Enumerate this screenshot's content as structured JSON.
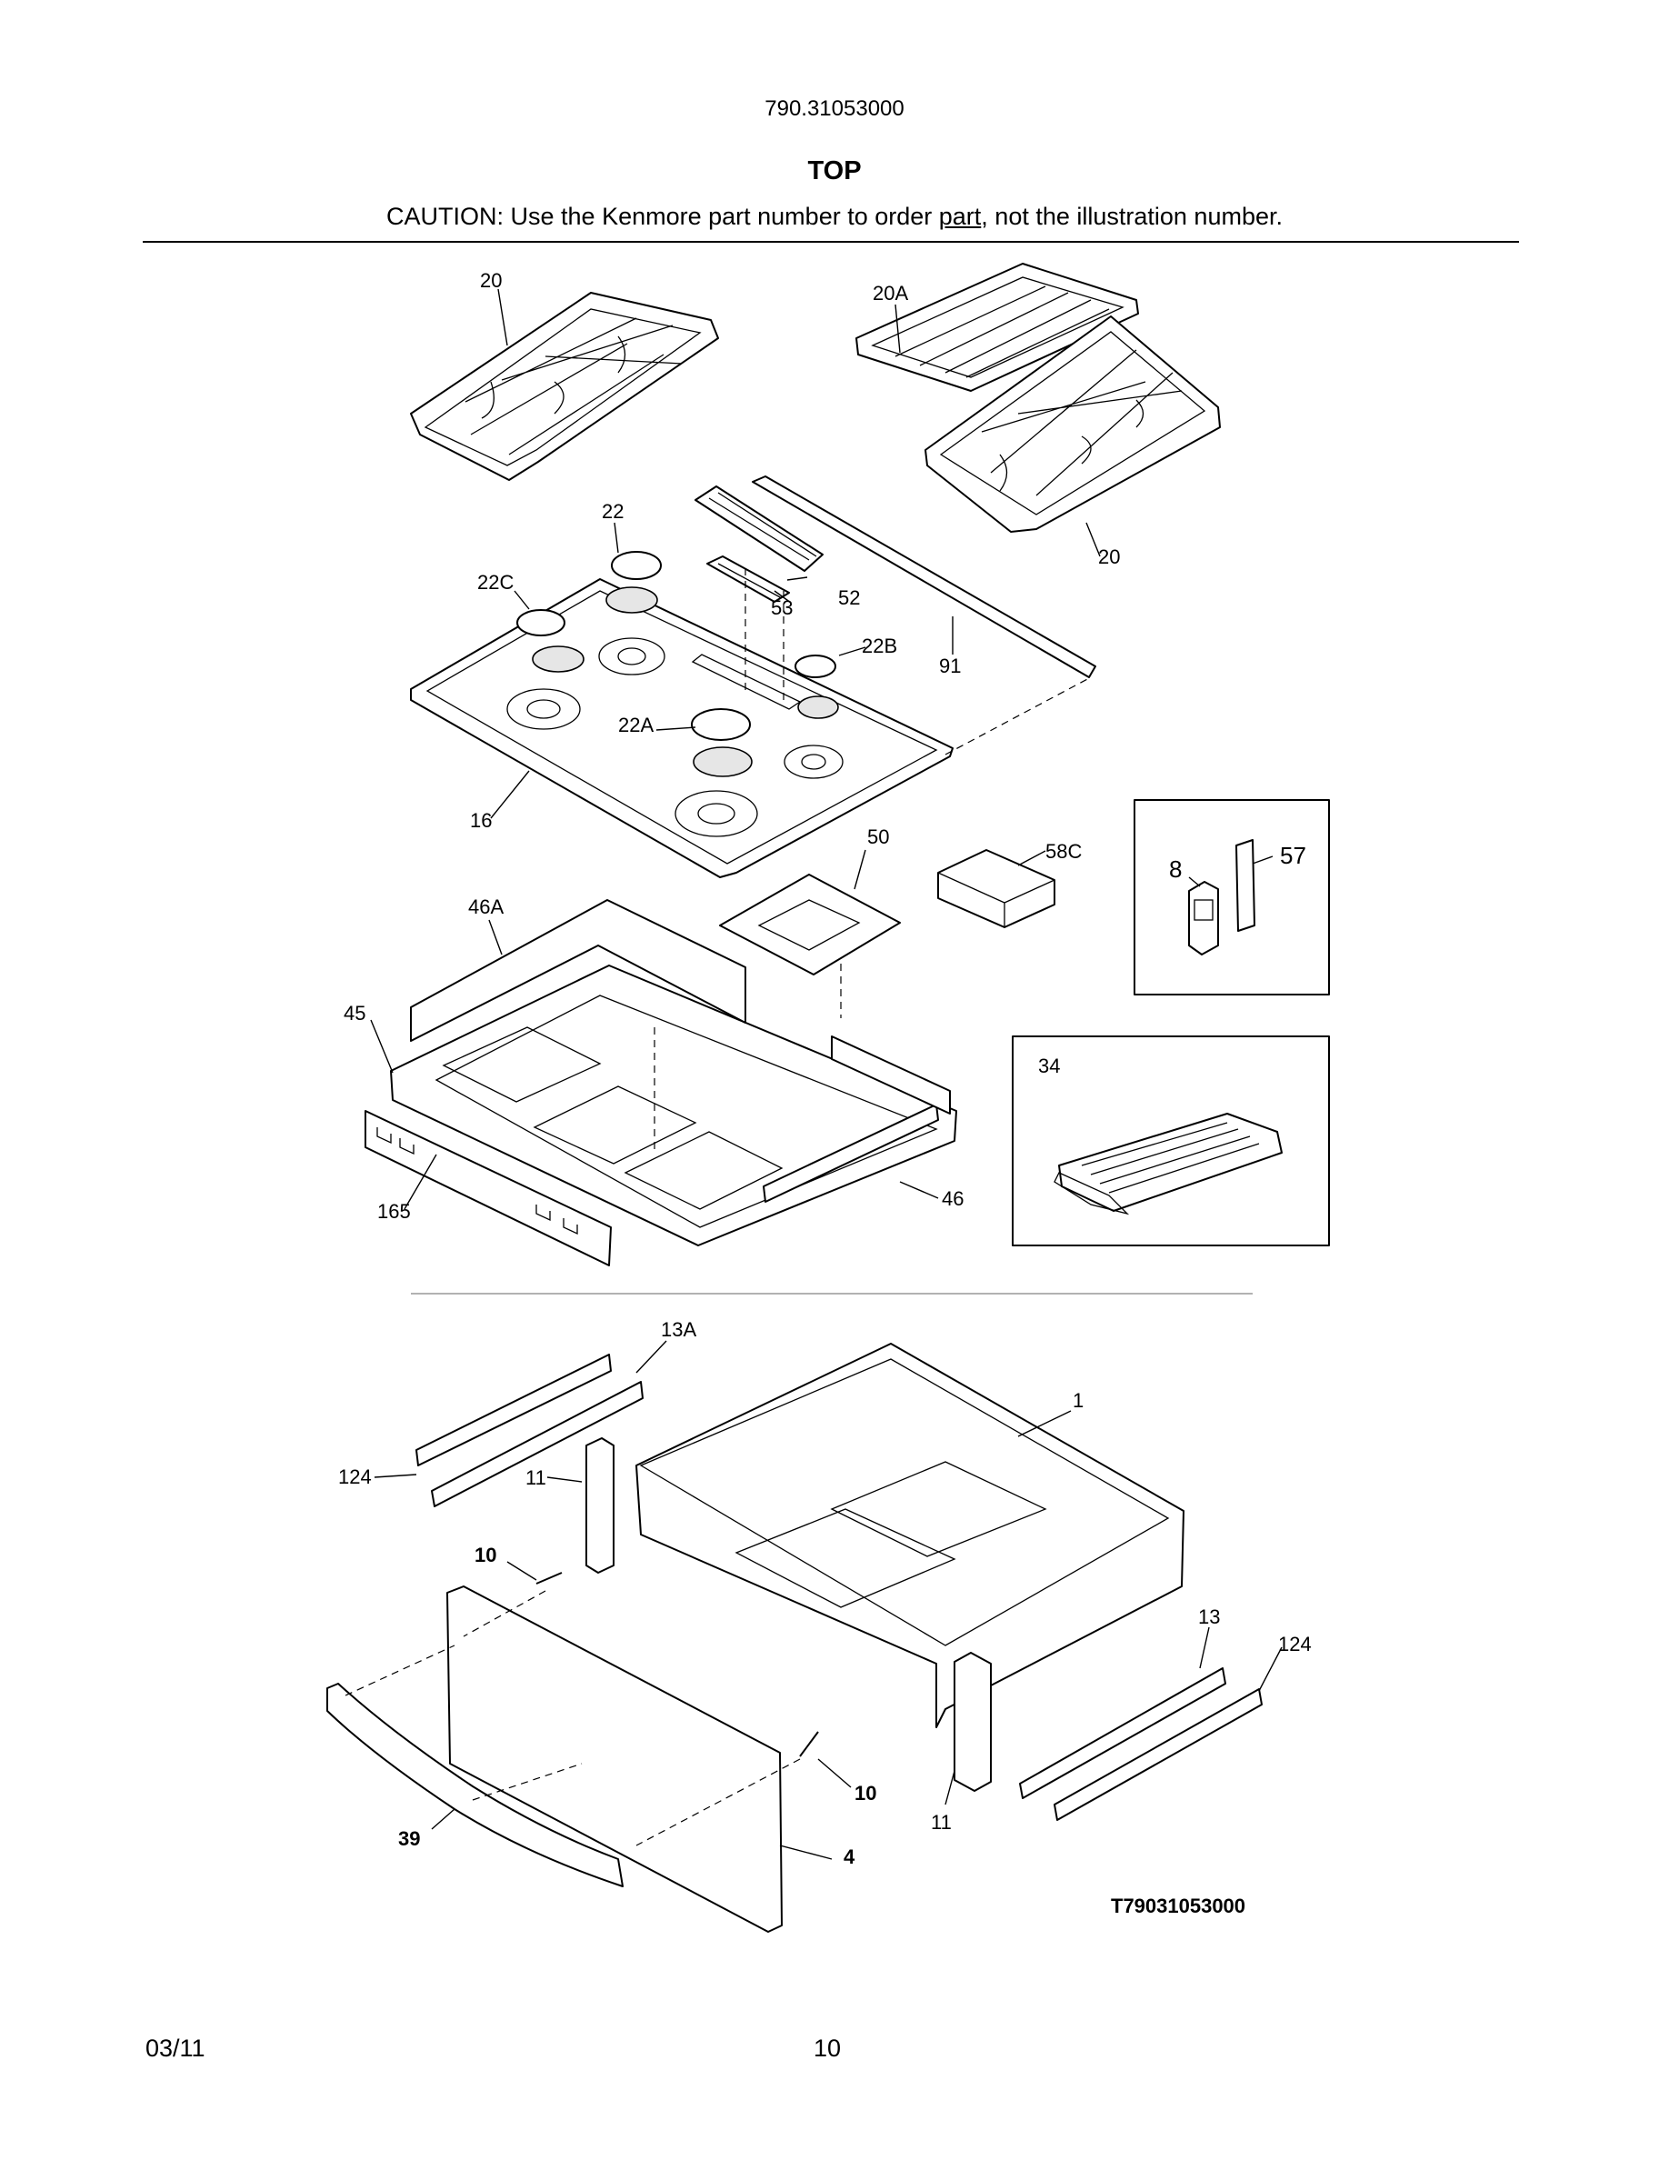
{
  "header": {
    "model_number": "790.31053000",
    "section_title": "TOP",
    "caution_prefix": "CAUTION: Use the Kenmore part number to order ",
    "caution_link": "part",
    "caution_suffix": ", not the illustration number."
  },
  "callouts": {
    "c20_left": "20",
    "c20A": "20A",
    "c20_right": "20",
    "c22": "22",
    "c22C": "22C",
    "c53": "53",
    "c52": "52",
    "c22B": "22B",
    "c91": "91",
    "c22A": "22A",
    "c16": "16",
    "c50": "50",
    "c58C": "58C",
    "c8": "8",
    "c57": "57",
    "c46A": "46A",
    "c45": "45",
    "c34": "34",
    "c165": "165",
    "c46": "46",
    "c13A": "13A",
    "c1": "1",
    "c124_left": "124",
    "c11_left": "11",
    "c10_left": "10",
    "c13": "13",
    "c124_right": "124",
    "c10_right": "10",
    "c11_right": "11",
    "c39": "39",
    "c4": "4"
  },
  "diagram_code": "T79031053000",
  "footer": {
    "date": "03/11",
    "page": "10"
  }
}
